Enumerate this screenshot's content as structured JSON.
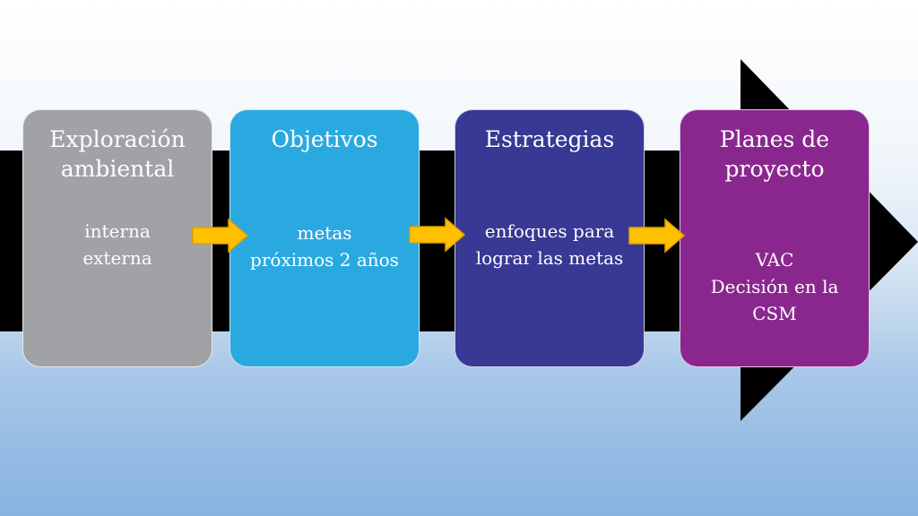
{
  "stages": [
    {
      "title": "Exploración\nambiental",
      "body": "interna\nexterna"
    },
    {
      "title": "Objetivos",
      "body": "metas\npróximos 2 años"
    },
    {
      "title": "Estrategias",
      "body": "enfoques para\nlograr las metas"
    },
    {
      "title": "Planes de\nproyecto",
      "body": "VAC\nDecisión en la\nCSM"
    }
  ],
  "colors": {
    "stage_1": "#a0a2a5",
    "stage_2": "#2aa9e0",
    "stage_3": "#383895",
    "stage_4": "#8a278e",
    "big_arrow": "#000000",
    "connector_fill": "#ffc000",
    "connector_stroke": "#e0a000"
  },
  "icons": {
    "flow": "big-right-arrow",
    "connector": "right-arrow-icon"
  }
}
